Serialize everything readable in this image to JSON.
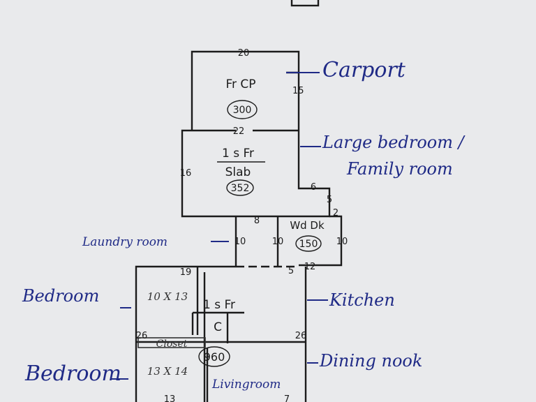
{
  "colors": {
    "paper": "#e9eaec",
    "line": "#1b1b1b",
    "ink": "#1f2a86"
  },
  "sections": {
    "carport": {
      "code": "Fr CP",
      "area": "300"
    },
    "main_upper": {
      "code_top": "1 s Fr",
      "code_bottom": "Slab",
      "area": "352"
    },
    "deck": {
      "code": "Wd Dk",
      "area": "150"
    },
    "main_lower": {
      "code": "1 s Fr",
      "sub": "C",
      "area": "960"
    }
  },
  "dimensions": {
    "carport_width": "20",
    "carport_depth": "15",
    "upper_width": "22",
    "upper_depth": "16",
    "upper_step_6": "6",
    "upper_step_5": "5",
    "upper_step_2": "2",
    "upper_bottom_8": "8",
    "connector_left_10": "10",
    "connector_right_10": "10",
    "deck_right_10": "10",
    "deck_bottom_12": "12",
    "deck_left_5": "5",
    "lower_top_19": "19",
    "lower_left_26": "26",
    "lower_right_26": "26",
    "lower_bottom_13": "13",
    "lower_bottom_7": "7"
  },
  "annotations": {
    "carport": "Carport",
    "large_bedroom": "Large bedroom /",
    "family_room": "Family room",
    "laundry_room": "Laundry room",
    "bedroom_1": "Bedroom",
    "bedroom_1_size": "10 X 13",
    "kitchen": "Kitchen",
    "closet": "Closet",
    "bedroom_2": "Bedroom",
    "bedroom_2_size": "13 X 14",
    "dining_nook": "Dining nook",
    "living_room": "Livingroom"
  }
}
